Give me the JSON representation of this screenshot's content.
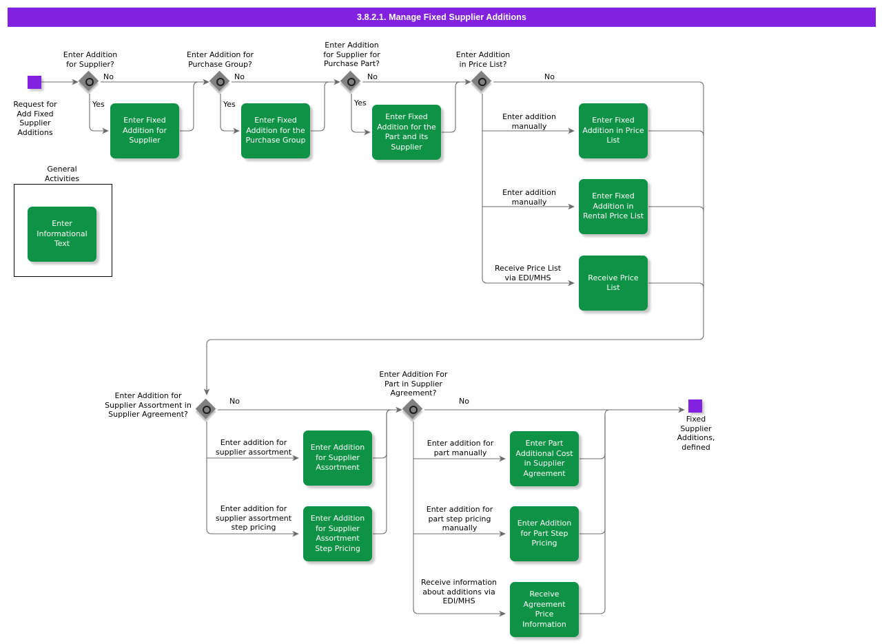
{
  "header": {
    "title": "3.8.2.1. Manage Fixed Supplier Additions",
    "color": "#8222E0"
  },
  "palette": {
    "activity": "#0E9246",
    "event": "#8222E0",
    "gateway": "#808080",
    "wire": "#6b6b6b"
  },
  "events": [
    {
      "name": "start-event",
      "label": "Request for\nAdd Fixed\nSupplier\nAdditions"
    },
    {
      "name": "end-event",
      "label": "Fixed\nSupplier\nAdditions,\ndefined"
    }
  ],
  "gateways": [
    {
      "id": "g1",
      "question": "Enter Addition\nfor Supplier?",
      "branches": [
        "No",
        "Yes"
      ]
    },
    {
      "id": "g2",
      "question": "Enter Addition for\nPurchase Group?",
      "branches": [
        "No",
        "Yes"
      ]
    },
    {
      "id": "g3",
      "question": "Enter Addition\nfor Supplier for\nPurchase Part?",
      "branches": [
        "No",
        "Yes"
      ]
    },
    {
      "id": "g4",
      "question": "Enter Addition\nin Price List?",
      "branches": [
        "No",
        "Enter addition\nmanually",
        "Enter addition\nmanually",
        "Receive Price List\nvia EDI/MHS"
      ]
    },
    {
      "id": "g5",
      "question": "Enter Addition for\nSupplier Assortment in\nSupplier Agreement?",
      "branches": [
        "No",
        "Enter addition for\nsupplier assortment",
        "Enter addition for\nsupplier assortment\nstep pricing"
      ]
    },
    {
      "id": "g6",
      "question": "Enter Addition For\nPart in Supplier\nAgreement?",
      "branches": [
        "No",
        "Enter addition for\npart manually",
        "Enter addition for\npart step pricing\nmanually",
        "Receive information\nabout additions via\nEDI/MHS"
      ]
    }
  ],
  "activities": [
    {
      "id": "a1",
      "label": "Enter Fixed\nAddition for\nSupplier"
    },
    {
      "id": "a2",
      "label": "Enter Fixed\nAddition for the\nPurchase Group"
    },
    {
      "id": "a3",
      "label": "Enter Fixed\nAddition for the\nPart and its\nSupplier"
    },
    {
      "id": "a4",
      "label": "Enter Fixed\nAddition in Price\nList"
    },
    {
      "id": "a5",
      "label": "Enter Fixed\nAddition in\nRental Price List"
    },
    {
      "id": "a6",
      "label": "Receive Price\nList"
    },
    {
      "id": "a7",
      "label": "Enter Addition\nfor Supplier\nAssortment"
    },
    {
      "id": "a8",
      "label": "Enter Addition\nfor Supplier\nAssortment Step\nPricing"
    },
    {
      "id": "a9",
      "label": "Enter Part\nAdditional Cost\nin Supplier\nAgreement"
    },
    {
      "id": "a10",
      "label": "Enter Addition\nfor Part Step\nPricing"
    },
    {
      "id": "a11",
      "label": "Receive\nAgreement Price\nInformation"
    },
    {
      "id": "a12",
      "label": "Enter\nInformational\nText"
    }
  ],
  "groups": [
    {
      "id": "grp1",
      "title": "General\nActivities"
    }
  ],
  "edge_labels": {
    "no1": "No",
    "yes1": "Yes",
    "no2": "No",
    "yes2": "Yes",
    "no3": "No",
    "yes3": "Yes",
    "no4": "No",
    "manual_price": "Enter addition\nmanually",
    "manual_rental": "Enter addition\nmanually",
    "edi_price": "Receive Price List\nvia EDI/MHS",
    "no5": "No",
    "sa": "Enter addition for\nsupplier assortment",
    "sasp": "Enter addition for\nsupplier assortment\nstep pricing",
    "no6": "No",
    "part_manual": "Enter addition for\npart manually",
    "part_step": "Enter addition for\npart step pricing\nmanually",
    "edi_agr": "Receive information\nabout additions via\nEDI/MHS"
  }
}
